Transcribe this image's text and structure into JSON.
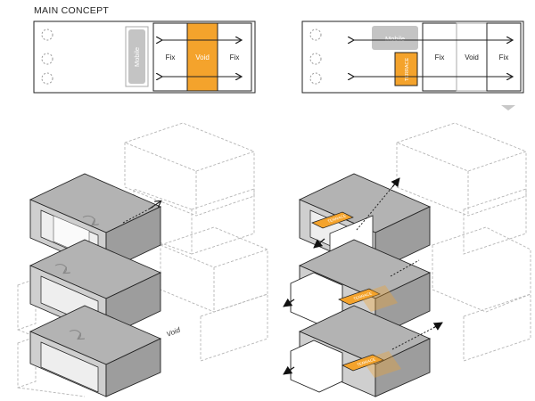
{
  "title": "MAIN CONCEPT",
  "colors": {
    "orange": "#f4a32c",
    "box_face": "#c9c9c9",
    "box_top": "#b3b3b3",
    "box_side": "#9d9d9d",
    "line": "#222222",
    "dashed": "#b5b5b5",
    "mobile_fill": "#c4c4c4"
  },
  "plan_left": {
    "mobile_label": "Mobile",
    "fix_left_label": "Fix",
    "void_label": "Void",
    "fix_right_label": "Fix"
  },
  "plan_right": {
    "mobile_label": "Mobile",
    "terrace_label": "TERRACE",
    "fix_left_label": "Fix",
    "void_label": "Void",
    "fix_right_label": "Fix"
  },
  "axo_left": {
    "void_label": "Void"
  },
  "axo_right": {
    "terrace_labels": [
      "TERRACE",
      "TERRACE",
      "TERRACE"
    ]
  }
}
